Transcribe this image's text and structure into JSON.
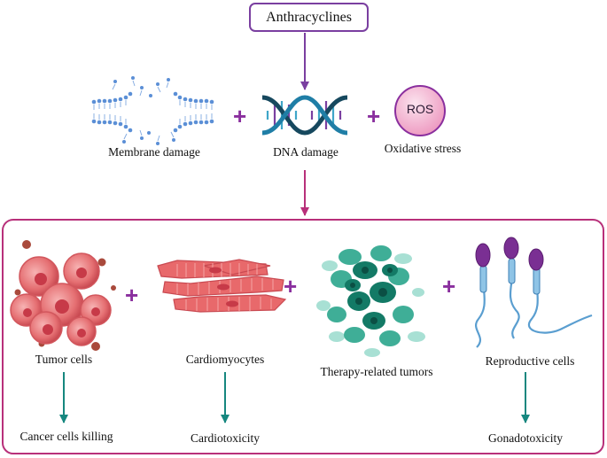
{
  "top": {
    "title": "Anthracyclines"
  },
  "mechanisms": [
    {
      "label": "Membrane damage",
      "icon": "lipid-bilayer-icon"
    },
    {
      "label": "DNA damage",
      "icon": "dna-helix-icon"
    },
    {
      "label": "Oxidative stress",
      "icon": "ros-circle-icon",
      "badge": "ROS"
    }
  ],
  "operators": {
    "plus": "+"
  },
  "targets": [
    {
      "label": "Tumor cells",
      "outcome": "Cancer cells killing",
      "icon": "tumor-cells-icon"
    },
    {
      "label": "Cardiomyocytes",
      "outcome": "Cardiotoxicity",
      "icon": "cardiomyocytes-icon"
    },
    {
      "label": "Therapy-related tumors",
      "icon": "therapy-related-tumors-icon"
    },
    {
      "label": "Reproductive cells",
      "outcome": "Gonadotoxicity",
      "icon": "sperm-cells-icon"
    }
  ],
  "colors": {
    "title_border": "#7a3fa0",
    "purple_arrow": "#7a3fa0",
    "magenta_arrow": "#b8307a",
    "panel_border": "#b8307a",
    "plus": "#8a2f9e",
    "teal_arrow": "#16877f"
  }
}
